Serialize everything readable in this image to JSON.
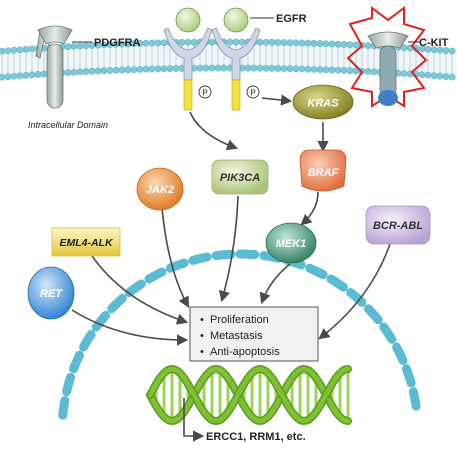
{
  "receptors": {
    "pdgfra": "PDGFRA",
    "egfr": "EGFR",
    "ckit": "C-KIT"
  },
  "membrane": {
    "intracellular_label": "Intracellular Domain",
    "phospho_label": "P"
  },
  "nodes": {
    "kras": "KRAS",
    "braf": "BRAF",
    "mek1": "MEK1",
    "pik3ca": "PIK3CA",
    "jak2": "JAK2",
    "eml4_alk": "EML4-ALK",
    "ret": "RET",
    "bcr_abl": "BCR-ABL"
  },
  "outcomes": {
    "items": [
      "Proliferation",
      "Metastasis",
      "Anti-apoptosis"
    ]
  },
  "dna": {
    "caption": "ERCC1, RRM1, etc."
  },
  "colors": {
    "membrane_blue": "#7EC8D8",
    "kras": "#8F8A26",
    "braf": "#E8805A",
    "mek1": "#3E8E72",
    "pik3ca": "#C5D79B",
    "jak2": "#E8852E",
    "eml4_alk": "#E8D44A",
    "ret": "#3A8FD9",
    "bcr_abl": "#C8B6E0",
    "nucleus": "#5BBBD3",
    "dna": "#7DC232",
    "ckit_warning": "#E0221C"
  }
}
